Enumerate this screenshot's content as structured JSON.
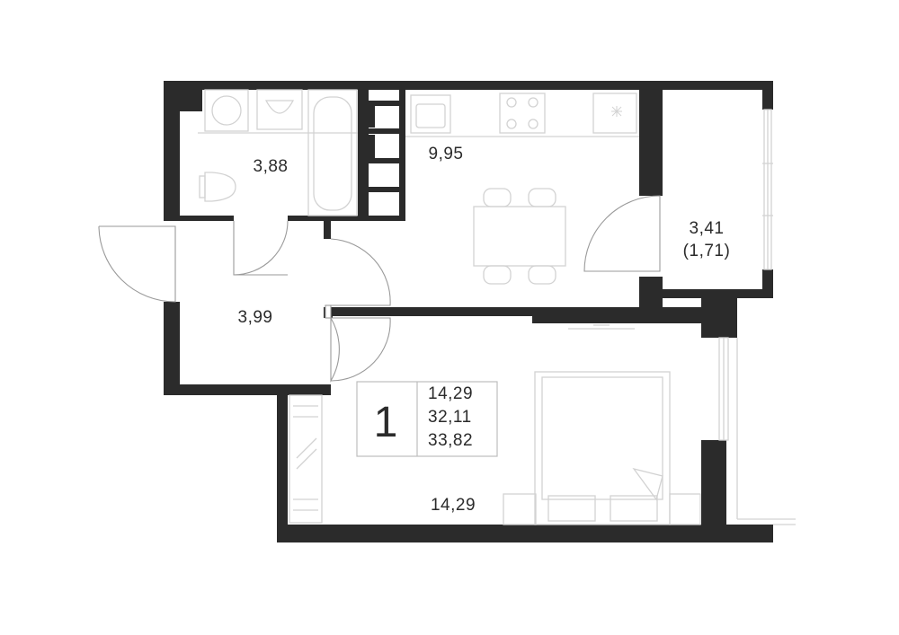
{
  "rooms": {
    "bathroom": "3,88",
    "kitchen": "9,95",
    "balcony_area": "3,41",
    "balcony_reduced": "(1,71)",
    "hallway": "3,99",
    "living_room": "14,29"
  },
  "summary": {
    "room_count": "1",
    "living_area": "14,29",
    "area_without_balcony": "32,11",
    "total_area": "33,82"
  },
  "colors": {
    "wall": "#2b2b2b",
    "fixture_line": "#d2d2d2",
    "door_line": "#9a9a9a"
  }
}
